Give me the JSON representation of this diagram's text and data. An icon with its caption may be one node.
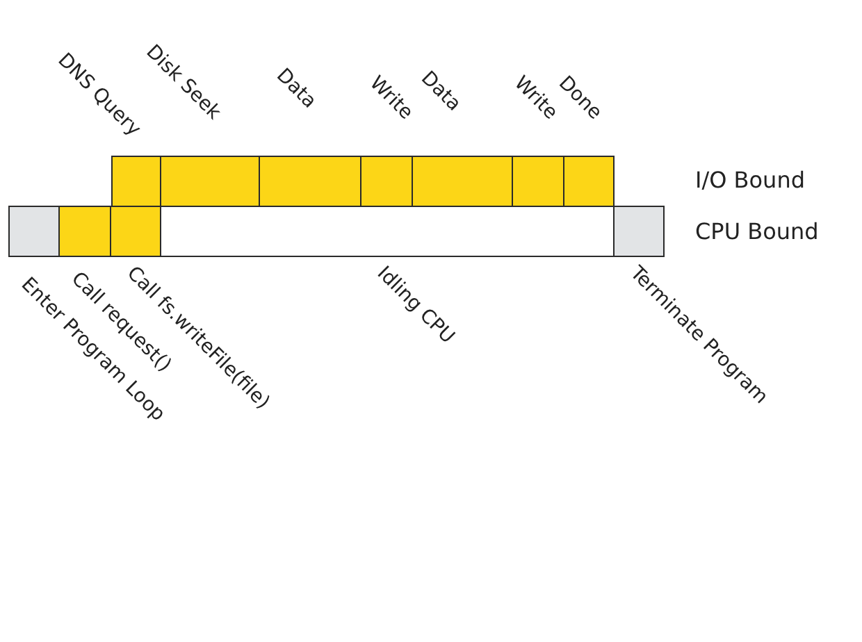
{
  "diagram": {
    "nodes": [
      {
        "text": [],
        "shape": "box",
        "beside": [
          "DNS Query"
        ]
      },
      {
        "text": [],
        "shape": "box",
        "beside": [
          "Disk Seek"
        ]
      },
      {
        "text": [],
        "shape": "box",
        "beside": [
          "Data"
        ]
      },
      {
        "text": [],
        "shape": "box",
        "beside": [
          "Write"
        ]
      },
      {
        "text": [],
        "shape": "box",
        "beside": [
          "Data"
        ]
      },
      {
        "text": [],
        "shape": "box",
        "beside": [
          "Write"
        ]
      },
      {
        "text": [],
        "shape": "box",
        "beside": [
          "Done"
        ]
      },
      {
        "text": [],
        "shape": "box",
        "beside": [
          "Enter Program Loop"
        ]
      },
      {
        "text": [],
        "shape": "box",
        "beside": [
          "Call request()"
        ]
      },
      {
        "text": [],
        "shape": "box",
        "beside": [
          "Call fs.writeFile(file)"
        ]
      },
      {
        "text": [],
        "shape": "box",
        "beside": [
          "Idling CPU"
        ]
      },
      {
        "text": [],
        "shape": "box",
        "beside": [
          "Terminate Program"
        ]
      }
    ],
    "labels": [
      "I/O Bound",
      "CPU Bound"
    ]
  }
}
